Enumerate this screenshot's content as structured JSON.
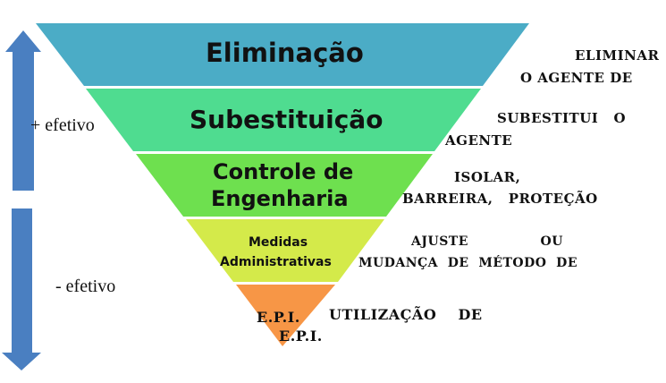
{
  "colors": {
    "arrow": "#4a7fc1",
    "level1": "#4bacc6",
    "level2": "#4fdc90",
    "level3": "#6ee04f",
    "level4": "#d4ea4a",
    "level5": "#f79646"
  },
  "side_labels": {
    "more_effective": "+ efetivo",
    "less_effective": "- efetivo"
  },
  "levels": [
    {
      "title": "Eliminação",
      "desc_line1": "ELIMINAR",
      "desc_line2": "O AGENTE DE"
    },
    {
      "title": "Subestituição",
      "desc_line1": "SUBESTITUI   O",
      "desc_line2": "AGENTE"
    },
    {
      "title_line1": "Controle de",
      "title_line2": "Engenharia",
      "desc_line1": "ISOLAR,",
      "desc_line2": "BARREIRA,   PROTEÇÃO"
    },
    {
      "title_line1": "Medidas",
      "title_line2": "Administrativas",
      "desc_line1": "AJUSTE               OU",
      "desc_line2": "MUDANÇA  DE  MÉTODO  DE"
    },
    {
      "title_line1": "E.P.I.",
      "title_line2": "E.P.I.",
      "desc_line1": "UTILIZAÇÃO    DE"
    }
  ]
}
